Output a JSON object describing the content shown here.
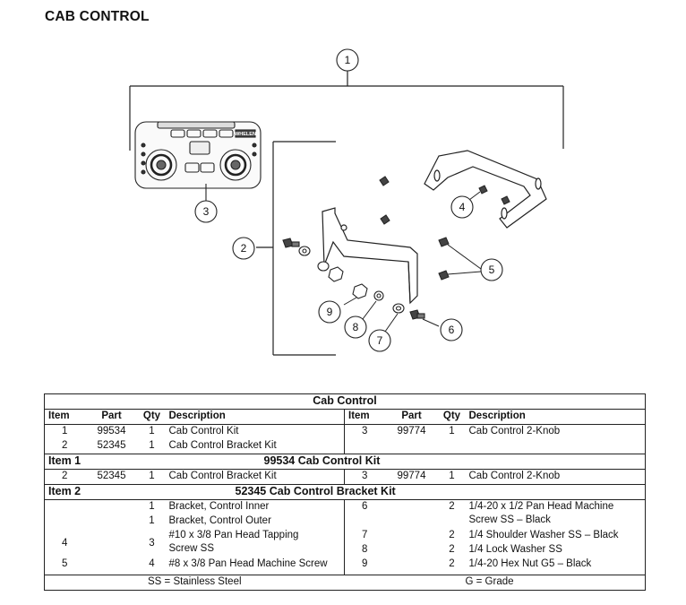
{
  "page_title": "CAB CONTROL",
  "diagram": {
    "callouts": [
      "1",
      "2",
      "3",
      "4",
      "5",
      "6",
      "7",
      "8",
      "9"
    ],
    "device_labels": {
      "brand": "WHELEN"
    }
  },
  "table": {
    "title": "Cab Control",
    "headers": {
      "item": "Item",
      "part": "Part",
      "qty": "Qty",
      "description": "Description"
    },
    "main_rows": [
      {
        "left": {
          "item": "1",
          "part": "99534",
          "qty": "1",
          "desc": "Cab Control Kit"
        },
        "right": {
          "item": "3",
          "part": "99774",
          "qty": "1",
          "desc": "Cab Control 2-Knob"
        }
      },
      {
        "left": {
          "item": "2",
          "part": "52345",
          "qty": "1",
          "desc": "Cab Control Bracket Kit"
        },
        "right": {
          "item": "",
          "part": "",
          "qty": "",
          "desc": ""
        }
      }
    ],
    "kit1": {
      "item_label": "Item  1",
      "title": "99534  Cab Control Kit",
      "left": {
        "item": "2",
        "part": "52345",
        "qty": "1",
        "desc": "Cab Control Bracket Kit"
      },
      "right": {
        "item": "3",
        "part": "99774",
        "qty": "1",
        "desc": "Cab Control 2-Knob"
      }
    },
    "kit2": {
      "item_label": "Item  2",
      "title": "52345  Cab Control Bracket Kit",
      "left_rows": [
        {
          "item": "",
          "qty": "1",
          "desc": "Bracket, Control Inner"
        },
        {
          "item": "",
          "qty": "1",
          "desc": "Bracket, Control Outer"
        },
        {
          "item": "4",
          "qty": "3",
          "desc": "#10 x 3/8 Pan Head Tapping",
          "desc2": "Screw SS"
        },
        {
          "item": "5",
          "qty": "4",
          "desc": "#8 x 3/8 Pan Head Machine Screw"
        }
      ],
      "right_rows": [
        {
          "item": "6",
          "qty": "2",
          "desc": "1/4-20 x 1/2 Pan Head Machine",
          "desc2": "Screw SS – Black"
        },
        {
          "item": "7",
          "qty": "2",
          "desc": "1/4 Shoulder Washer SS – Black"
        },
        {
          "item": "8",
          "qty": "2",
          "desc": "1/4 Lock Washer SS"
        },
        {
          "item": "9",
          "qty": "2",
          "desc": "1/4-20 Hex Nut G5 – Black"
        }
      ]
    },
    "footer": {
      "left": "SS = Stainless Steel",
      "right": "G = Grade"
    }
  }
}
